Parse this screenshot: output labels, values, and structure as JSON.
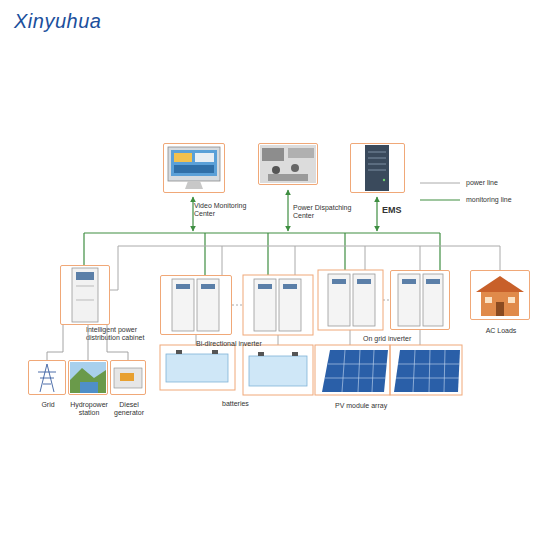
{
  "diagram": {
    "nodes": [
      {
        "text": [
          "Video Monitoring Center"
        ]
      },
      {
        "text": [
          "Power Dispatching Center"
        ]
      },
      {
        "text": [
          "EMS"
        ]
      },
      {
        "text": [
          "Intelligent power distribution cabinet"
        ]
      },
      {
        "text": [
          "Bi-directional inverter"
        ]
      },
      {
        "text": [
          "On grid inverter"
        ]
      },
      {
        "text": [
          "AC Loads"
        ]
      },
      {
        "text": [
          "Grid"
        ]
      },
      {
        "text": [
          "Hydropower station"
        ]
      },
      {
        "text": [
          "Diesel generator"
        ]
      }
    ],
    "edges": [
      {
        "from": 3,
        "to": 7,
        "arrow": "none"
      },
      {
        "from": 3,
        "to": 8,
        "arrow": "none"
      },
      {
        "from": 3,
        "to": 9,
        "arrow": "none"
      }
    ],
    "labels": [
      "Xinyuhua",
      "batteries",
      "PV module array"
    ],
    "legend": [
      {
        "text": "power line"
      },
      {
        "text": "monitoring line"
      }
    ]
  }
}
